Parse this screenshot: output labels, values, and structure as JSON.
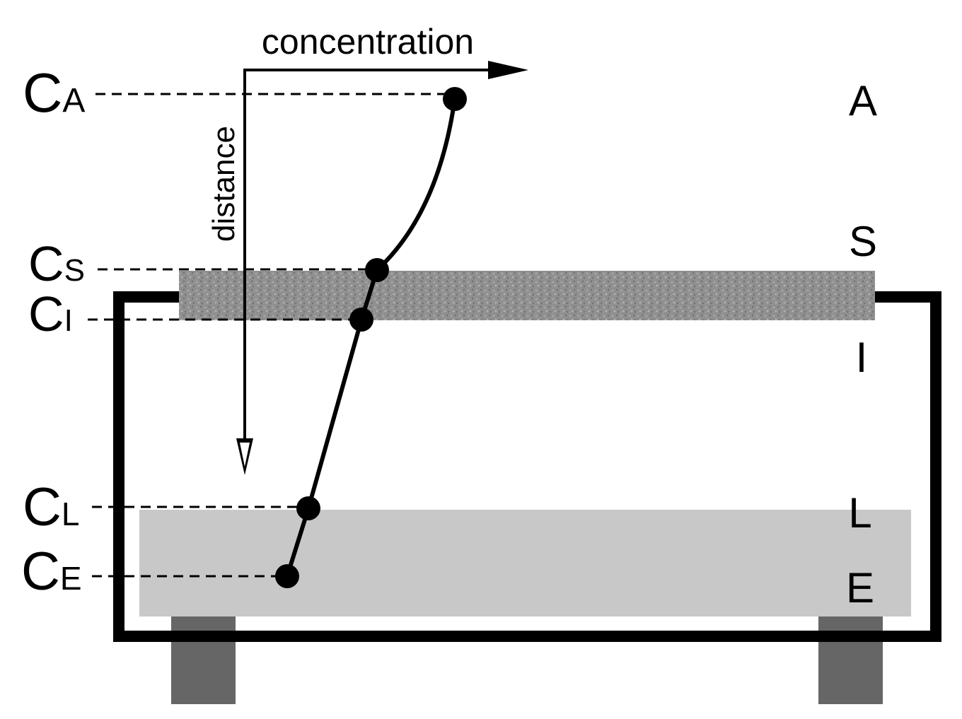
{
  "axes": {
    "x_label": "concentration",
    "y_label": "distance"
  },
  "concentration_labels": [
    {
      "id": "A",
      "main": "C",
      "sub": "A"
    },
    {
      "id": "S",
      "main": "C",
      "sub": "S"
    },
    {
      "id": "I",
      "main": "C",
      "sub": "I"
    },
    {
      "id": "L",
      "main": "C",
      "sub": "L"
    },
    {
      "id": "E",
      "main": "C",
      "sub": "E"
    }
  ],
  "layer_labels": {
    "A": "A",
    "S": "S",
    "I": "I",
    "L": "L",
    "E": "E"
  },
  "colors": {
    "box_border": "#000000",
    "membrane": "#8f8f8f",
    "liquid": "#c8c8c8",
    "feet": "#666666",
    "profile": "#000000"
  }
}
